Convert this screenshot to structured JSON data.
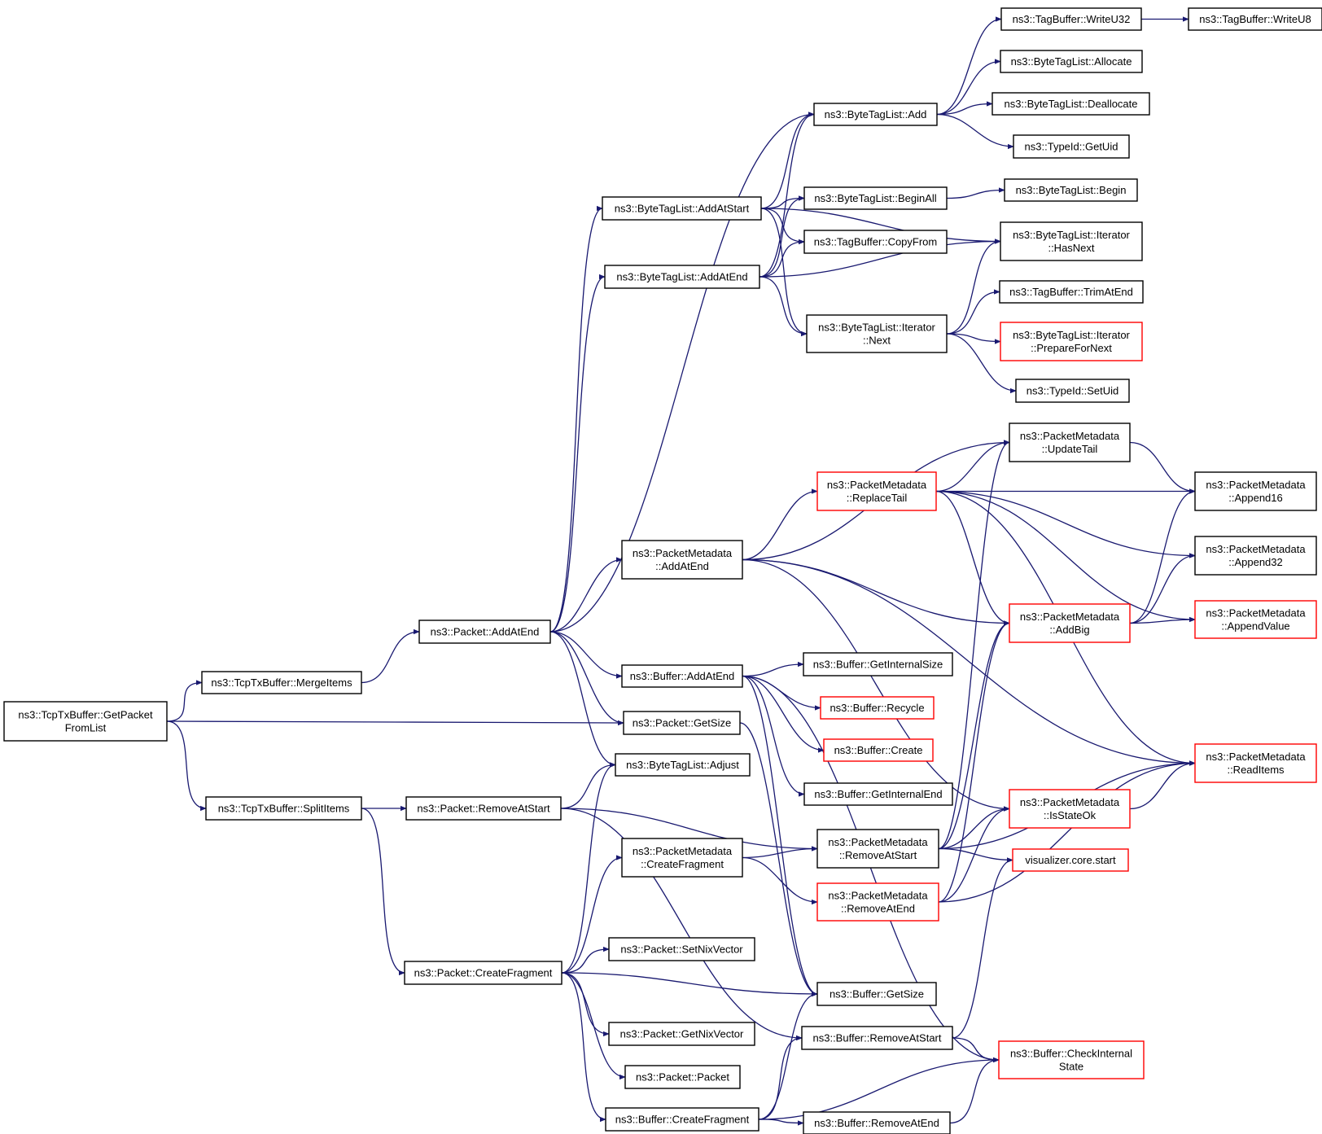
{
  "colors": {
    "edge": "#191970",
    "border_normal": "#000000",
    "border_truncated": "#ff0000",
    "root_fill": "#bfbfbf",
    "node_fill": "#ffffff"
  },
  "graph": {
    "nodes": [
      {
        "id": "getpacketfromlist",
        "lines": [
          "ns3::TcpTxBuffer::GetPacket",
          "FromList"
        ],
        "border": "black",
        "root": true
      },
      {
        "id": "mergeitems",
        "lines": [
          "ns3::TcpTxBuffer::MergeItems"
        ],
        "border": "black"
      },
      {
        "id": "splititems",
        "lines": [
          "ns3::TcpTxBuffer::SplitItems"
        ],
        "border": "black"
      },
      {
        "id": "packet-addatend",
        "lines": [
          "ns3::Packet::AddAtEnd"
        ],
        "border": "black"
      },
      {
        "id": "packet-removeatstart",
        "lines": [
          "ns3::Packet::RemoveAtStart"
        ],
        "border": "black"
      },
      {
        "id": "packet-createfragment",
        "lines": [
          "ns3::Packet::CreateFragment"
        ],
        "border": "black"
      },
      {
        "id": "bytetaglist-addatstart",
        "lines": [
          "ns3::ByteTagList::AddAtStart"
        ],
        "border": "black"
      },
      {
        "id": "bytetaglist-addatend",
        "lines": [
          "ns3::ByteTagList::AddAtEnd"
        ],
        "border": "black"
      },
      {
        "id": "pm-addatend",
        "lines": [
          "ns3::PacketMetadata",
          "::AddAtEnd"
        ],
        "border": "black"
      },
      {
        "id": "buffer-addatend",
        "lines": [
          "ns3::Buffer::AddAtEnd"
        ],
        "border": "black"
      },
      {
        "id": "packet-getsize",
        "lines": [
          "ns3::Packet::GetSize"
        ],
        "border": "black"
      },
      {
        "id": "bytetaglist-adjust",
        "lines": [
          "ns3::ByteTagList::Adjust"
        ],
        "border": "black"
      },
      {
        "id": "pm-createfragment",
        "lines": [
          "ns3::PacketMetadata",
          "::CreateFragment"
        ],
        "border": "black"
      },
      {
        "id": "packet-setnixvector",
        "lines": [
          "ns3::Packet::SetNixVector"
        ],
        "border": "black"
      },
      {
        "id": "packet-getnixvector",
        "lines": [
          "ns3::Packet::GetNixVector"
        ],
        "border": "black"
      },
      {
        "id": "packet-packet",
        "lines": [
          "ns3::Packet::Packet"
        ],
        "border": "black"
      },
      {
        "id": "buffer-createfragment",
        "lines": [
          "ns3::Buffer::CreateFragment"
        ],
        "border": "black"
      },
      {
        "id": "bytetaglist-add",
        "lines": [
          "ns3::ByteTagList::Add"
        ],
        "border": "black"
      },
      {
        "id": "bytetaglist-beginall",
        "lines": [
          "ns3::ByteTagList::BeginAll"
        ],
        "border": "black"
      },
      {
        "id": "tagbuffer-copyfrom",
        "lines": [
          "ns3::TagBuffer::CopyFrom"
        ],
        "border": "black"
      },
      {
        "id": "iterator-next",
        "lines": [
          "ns3::ByteTagList::Iterator",
          "::Next"
        ],
        "border": "black"
      },
      {
        "id": "pm-replacetail",
        "lines": [
          "ns3::PacketMetadata",
          "::ReplaceTail"
        ],
        "border": "red"
      },
      {
        "id": "buffer-getinternalsize",
        "lines": [
          "ns3::Buffer::GetInternalSize"
        ],
        "border": "black"
      },
      {
        "id": "buffer-recycle",
        "lines": [
          "ns3::Buffer::Recycle"
        ],
        "border": "red"
      },
      {
        "id": "buffer-create",
        "lines": [
          "ns3::Buffer::Create"
        ],
        "border": "red"
      },
      {
        "id": "buffer-getinternalend",
        "lines": [
          "ns3::Buffer::GetInternalEnd"
        ],
        "border": "black"
      },
      {
        "id": "pm-removeatstart",
        "lines": [
          "ns3::PacketMetadata",
          "::RemoveAtStart"
        ],
        "border": "black"
      },
      {
        "id": "pm-removeatend",
        "lines": [
          "ns3::PacketMetadata",
          "::RemoveAtEnd"
        ],
        "border": "red"
      },
      {
        "id": "buffer-getsize",
        "lines": [
          "ns3::Buffer::GetSize"
        ],
        "border": "black"
      },
      {
        "id": "buffer-removeatstart",
        "lines": [
          "ns3::Buffer::RemoveAtStart"
        ],
        "border": "black"
      },
      {
        "id": "buffer-removeatend",
        "lines": [
          "ns3::Buffer::RemoveAtEnd"
        ],
        "border": "black"
      },
      {
        "id": "tagbuffer-writeu32",
        "lines": [
          "ns3::TagBuffer::WriteU32"
        ],
        "border": "black"
      },
      {
        "id": "bytetaglist-allocate",
        "lines": [
          "ns3::ByteTagList::Allocate"
        ],
        "border": "black"
      },
      {
        "id": "bytetaglist-deallocate",
        "lines": [
          "ns3::ByteTagList::Deallocate"
        ],
        "border": "black"
      },
      {
        "id": "typeid-getuid",
        "lines": [
          "ns3::TypeId::GetUid"
        ],
        "border": "black"
      },
      {
        "id": "bytetaglist-begin",
        "lines": [
          "ns3::ByteTagList::Begin"
        ],
        "border": "black"
      },
      {
        "id": "iterator-hasnext",
        "lines": [
          "ns3::ByteTagList::Iterator",
          "::HasNext"
        ],
        "border": "black"
      },
      {
        "id": "tagbuffer-trimatend",
        "lines": [
          "ns3::TagBuffer::TrimAtEnd"
        ],
        "border": "black"
      },
      {
        "id": "iterator-preparefornext",
        "lines": [
          "ns3::ByteTagList::Iterator",
          "::PrepareForNext"
        ],
        "border": "red"
      },
      {
        "id": "typeid-setuid",
        "lines": [
          "ns3::TypeId::SetUid"
        ],
        "border": "black"
      },
      {
        "id": "pm-updatetail",
        "lines": [
          "ns3::PacketMetadata",
          "::UpdateTail"
        ],
        "border": "black"
      },
      {
        "id": "pm-addbig",
        "lines": [
          "ns3::PacketMetadata",
          "::AddBig"
        ],
        "border": "red"
      },
      {
        "id": "pm-isstateok",
        "lines": [
          "ns3::PacketMetadata",
          "::IsStateOk"
        ],
        "border": "red"
      },
      {
        "id": "visualizer-core-start",
        "lines": [
          "visualizer.core.start"
        ],
        "border": "red"
      },
      {
        "id": "buffer-checkinternalstate",
        "lines": [
          "ns3::Buffer::CheckInternal",
          "State"
        ],
        "border": "red"
      },
      {
        "id": "tagbuffer-writeu8",
        "lines": [
          "ns3::TagBuffer::WriteU8"
        ],
        "border": "black"
      },
      {
        "id": "pm-append16",
        "lines": [
          "ns3::PacketMetadata",
          "::Append16"
        ],
        "border": "black"
      },
      {
        "id": "pm-append32",
        "lines": [
          "ns3::PacketMetadata",
          "::Append32"
        ],
        "border": "black"
      },
      {
        "id": "pm-appendvalue",
        "lines": [
          "ns3::PacketMetadata",
          "::AppendValue"
        ],
        "border": "red"
      },
      {
        "id": "pm-readitems",
        "lines": [
          "ns3::PacketMetadata",
          "::ReadItems"
        ],
        "border": "red"
      }
    ],
    "edges": [
      [
        "getpacketfromlist",
        "mergeitems"
      ],
      [
        "getpacketfromlist",
        "packet-getsize"
      ],
      [
        "getpacketfromlist",
        "splititems"
      ],
      [
        "mergeitems",
        "packet-addatend"
      ],
      [
        "splititems",
        "packet-removeatstart"
      ],
      [
        "splititems",
        "packet-createfragment"
      ],
      [
        "packet-addatend",
        "bytetaglist-add"
      ],
      [
        "packet-addatend",
        "bytetaglist-addatstart"
      ],
      [
        "packet-addatend",
        "bytetaglist-addatend"
      ],
      [
        "packet-addatend",
        "pm-addatend"
      ],
      [
        "packet-addatend",
        "buffer-addatend"
      ],
      [
        "packet-addatend",
        "packet-getsize"
      ],
      [
        "packet-addatend",
        "bytetaglist-adjust"
      ],
      [
        "bytetaglist-addatstart",
        "bytetaglist-add"
      ],
      [
        "bytetaglist-addatstart",
        "bytetaglist-beginall"
      ],
      [
        "bytetaglist-addatstart",
        "tagbuffer-copyfrom"
      ],
      [
        "bytetaglist-addatstart",
        "iterator-hasnext"
      ],
      [
        "bytetaglist-addatstart",
        "iterator-next"
      ],
      [
        "bytetaglist-addatend",
        "bytetaglist-add"
      ],
      [
        "bytetaglist-addatend",
        "bytetaglist-beginall"
      ],
      [
        "bytetaglist-addatend",
        "tagbuffer-copyfrom"
      ],
      [
        "bytetaglist-addatend",
        "iterator-hasnext"
      ],
      [
        "bytetaglist-addatend",
        "iterator-next"
      ],
      [
        "bytetaglist-add",
        "tagbuffer-writeu32"
      ],
      [
        "bytetaglist-add",
        "bytetaglist-allocate"
      ],
      [
        "bytetaglist-add",
        "bytetaglist-deallocate"
      ],
      [
        "bytetaglist-add",
        "typeid-getuid"
      ],
      [
        "tagbuffer-writeu32",
        "tagbuffer-writeu8"
      ],
      [
        "bytetaglist-beginall",
        "bytetaglist-begin"
      ],
      [
        "iterator-next",
        "iterator-hasnext"
      ],
      [
        "iterator-next",
        "tagbuffer-trimatend"
      ],
      [
        "iterator-next",
        "iterator-preparefornext"
      ],
      [
        "iterator-next",
        "typeid-setuid"
      ],
      [
        "pm-addatend",
        "pm-updatetail"
      ],
      [
        "pm-addatend",
        "pm-replacetail"
      ],
      [
        "pm-addatend",
        "pm-addbig"
      ],
      [
        "pm-addatend",
        "pm-isstateok"
      ],
      [
        "pm-addatend",
        "pm-readitems"
      ],
      [
        "pm-replacetail",
        "pm-updatetail"
      ],
      [
        "pm-replacetail",
        "pm-append16"
      ],
      [
        "pm-replacetail",
        "pm-append32"
      ],
      [
        "pm-replacetail",
        "pm-appendvalue"
      ],
      [
        "pm-replacetail",
        "pm-addbig"
      ],
      [
        "pm-replacetail",
        "pm-readitems"
      ],
      [
        "pm-updatetail",
        "pm-append16"
      ],
      [
        "pm-addbig",
        "pm-append16"
      ],
      [
        "pm-addbig",
        "pm-append32"
      ],
      [
        "pm-addbig",
        "pm-appendvalue"
      ],
      [
        "buffer-addatend",
        "buffer-getinternalsize"
      ],
      [
        "buffer-addatend",
        "buffer-recycle"
      ],
      [
        "buffer-addatend",
        "buffer-create"
      ],
      [
        "buffer-addatend",
        "buffer-getinternalend"
      ],
      [
        "buffer-addatend",
        "buffer-getsize"
      ],
      [
        "buffer-addatend",
        "buffer-checkinternalstate"
      ],
      [
        "packet-getsize",
        "buffer-getsize"
      ],
      [
        "packet-removeatstart",
        "bytetaglist-adjust"
      ],
      [
        "packet-removeatstart",
        "pm-removeatstart"
      ],
      [
        "packet-removeatstart",
        "buffer-removeatstart"
      ],
      [
        "pm-removeatstart",
        "pm-updatetail"
      ],
      [
        "pm-removeatstart",
        "pm-addbig"
      ],
      [
        "pm-removeatstart",
        "pm-isstateok"
      ],
      [
        "pm-removeatstart",
        "pm-readitems"
      ],
      [
        "pm-removeatstart",
        "visualizer-core-start"
      ],
      [
        "pm-isstateok",
        "pm-readitems"
      ],
      [
        "pm-createfragment",
        "pm-removeatstart"
      ],
      [
        "pm-createfragment",
        "pm-removeatend"
      ],
      [
        "pm-removeatend",
        "pm-addbig"
      ],
      [
        "pm-removeatend",
        "pm-isstateok"
      ],
      [
        "pm-removeatend",
        "pm-readitems"
      ],
      [
        "packet-createfragment",
        "bytetaglist-adjust"
      ],
      [
        "packet-createfragment",
        "pm-createfragment"
      ],
      [
        "packet-createfragment",
        "packet-setnixvector"
      ],
      [
        "packet-createfragment",
        "buffer-getsize"
      ],
      [
        "packet-createfragment",
        "packet-getnixvector"
      ],
      [
        "packet-createfragment",
        "packet-packet"
      ],
      [
        "packet-createfragment",
        "buffer-createfragment"
      ],
      [
        "buffer-createfragment",
        "buffer-getsize"
      ],
      [
        "buffer-createfragment",
        "buffer-removeatstart"
      ],
      [
        "buffer-createfragment",
        "buffer-removeatend"
      ],
      [
        "buffer-createfragment",
        "buffer-checkinternalstate"
      ],
      [
        "buffer-removeatstart",
        "visualizer-core-start"
      ],
      [
        "buffer-removeatstart",
        "buffer-checkinternalstate"
      ],
      [
        "buffer-removeatend",
        "buffer-checkinternalstate"
      ]
    ]
  }
}
